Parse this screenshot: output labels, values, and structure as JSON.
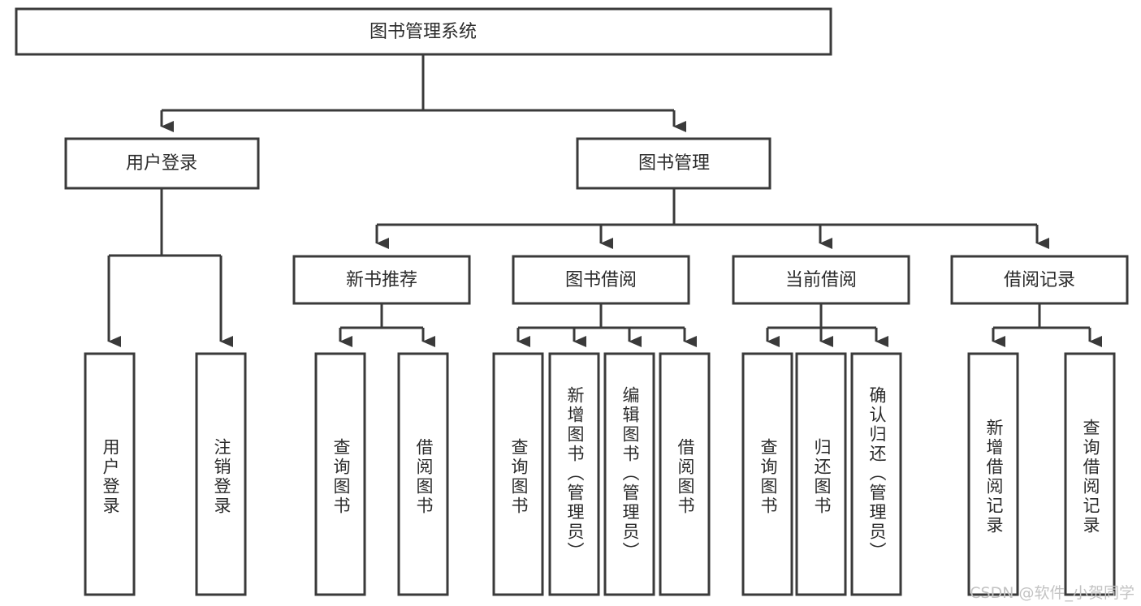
{
  "diagram": {
    "title": "图书管理系统",
    "type": "tree-hierarchy-chart",
    "root": {
      "id": "root",
      "label": "图书管理系统"
    },
    "level2": [
      {
        "id": "user-login",
        "label": "用户登录"
      },
      {
        "id": "book-manage",
        "label": "图书管理"
      }
    ],
    "level3": [
      {
        "id": "new-book-recommend",
        "label": "新书推荐",
        "parent": "book-manage"
      },
      {
        "id": "book-borrow",
        "label": "图书借阅",
        "parent": "book-manage"
      },
      {
        "id": "current-borrow",
        "label": "当前借阅",
        "parent": "book-manage"
      },
      {
        "id": "borrow-record",
        "label": "借阅记录",
        "parent": "book-manage"
      }
    ],
    "leaves": [
      {
        "id": "leaf-user-login",
        "label": "用户登录",
        "parent": "user-login"
      },
      {
        "id": "leaf-logout",
        "label": "注销登录",
        "parent": "user-login"
      },
      {
        "id": "leaf-query-book-1",
        "label": "查询图书",
        "parent": "new-book-recommend"
      },
      {
        "id": "leaf-borrow-book-1",
        "label": "借阅图书",
        "parent": "new-book-recommend"
      },
      {
        "id": "leaf-query-book-2",
        "label": "查询图书",
        "parent": "book-borrow"
      },
      {
        "id": "leaf-add-book",
        "label": "新增图书（管理员）",
        "parent": "book-borrow"
      },
      {
        "id": "leaf-edit-book",
        "label": "编辑图书（管理员）",
        "parent": "book-borrow"
      },
      {
        "id": "leaf-borrow-book-2",
        "label": "借阅图书",
        "parent": "book-borrow"
      },
      {
        "id": "leaf-query-book-3",
        "label": "查询图书",
        "parent": "current-borrow"
      },
      {
        "id": "leaf-return-book",
        "label": "归还图书",
        "parent": "current-borrow"
      },
      {
        "id": "leaf-confirm-return",
        "label": "确认归还（管理员）",
        "parent": "current-borrow"
      },
      {
        "id": "leaf-add-record",
        "label": "新增借阅记录",
        "parent": "borrow-record"
      },
      {
        "id": "leaf-query-record",
        "label": "查询借阅记录",
        "parent": "borrow-record"
      }
    ]
  },
  "watermark": {
    "text": "CSDN @软件_小贺同学"
  },
  "colors": {
    "box_fill": "#ffffff",
    "box_stroke": "#3a3a3a",
    "text": "#2b2b2b",
    "background": "#ffffff",
    "watermark": "#c3c3c3"
  }
}
